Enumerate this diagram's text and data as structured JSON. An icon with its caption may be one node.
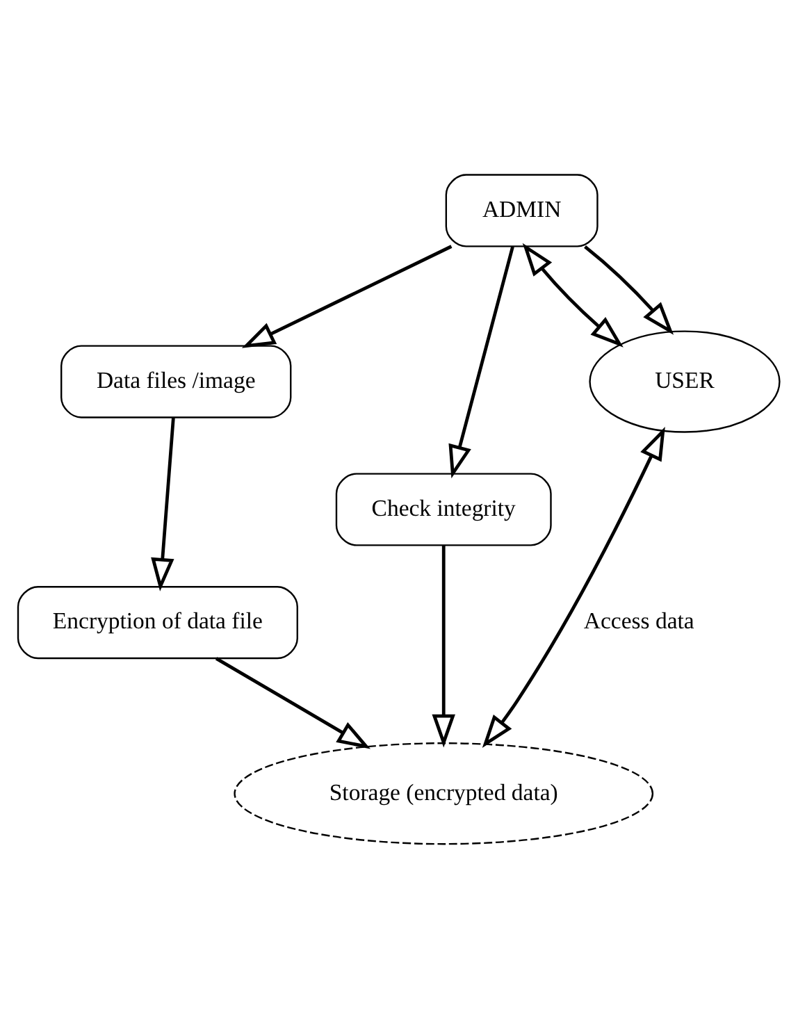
{
  "diagram": {
    "nodes": [
      {
        "text": [
          "Data files /image"
        ]
      },
      {
        "text": [
          "ADMIN"
        ]
      },
      {
        "text": [
          "Encryption of data file"
        ]
      },
      {
        "text": [
          "Check integrity"
        ]
      },
      {
        "text": [
          "USER"
        ]
      },
      {
        "text": [
          "Storage (encrypted data)"
        ]
      }
    ],
    "edges": [
      {
        "from": 1,
        "to": 0,
        "arrow": "to"
      },
      {
        "from": 0,
        "to": 2,
        "arrow": "to"
      },
      {
        "from": 1,
        "to": 3,
        "arrow": "to"
      },
      {
        "from": 2,
        "to": 5,
        "arrow": "to"
      },
      {
        "from": 3,
        "to": 5,
        "arrow": "to"
      },
      {
        "from": 1,
        "to": 4,
        "arrow": "both"
      },
      {
        "from": 1,
        "to": 4,
        "arrow": "to"
      },
      {
        "from": 4,
        "to": 5,
        "arrow": "both",
        "label": "Access data"
      }
    ]
  }
}
